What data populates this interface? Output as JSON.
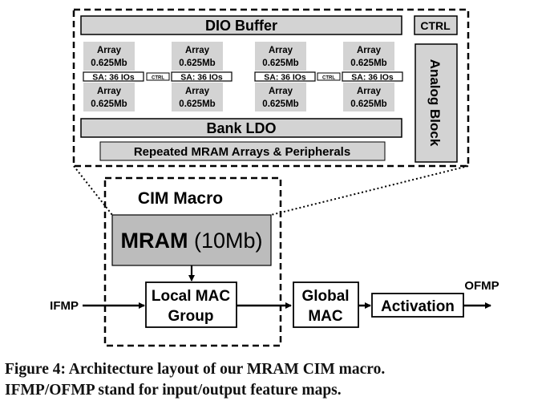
{
  "detail": {
    "dio_buffer": "DIO Buffer",
    "ctrl_top": "CTRL",
    "analog_block": "Analog Block",
    "bank_ldo": "Bank LDO",
    "repeated": "Repeated MRAM Arrays & Peripherals",
    "array_line1": "Array",
    "array_line2": "0.625Mb",
    "sa_label": "SA: 36 IOs",
    "ctrl_small": "CTRL"
  },
  "macro": {
    "title": "CIM Macro",
    "mram_bold": "MRAM",
    "mram_size": " (10Mb)",
    "local_mac_1": "Local MAC",
    "local_mac_2": "Group"
  },
  "global_mac_1": "Global",
  "global_mac_2": "MAC",
  "activation": "Activation",
  "ifmp": "IFMP",
  "ofmp": "OFMP",
  "caption_line1": "Figure 4: Architecture layout of our MRAM CIM macro.",
  "caption_line2": "IFMP/OFMP stand for input/output feature maps.",
  "colors": {
    "gray_fill": "#d3d3d3",
    "mram_fill": "#bcbcbc",
    "line": "#000000"
  }
}
